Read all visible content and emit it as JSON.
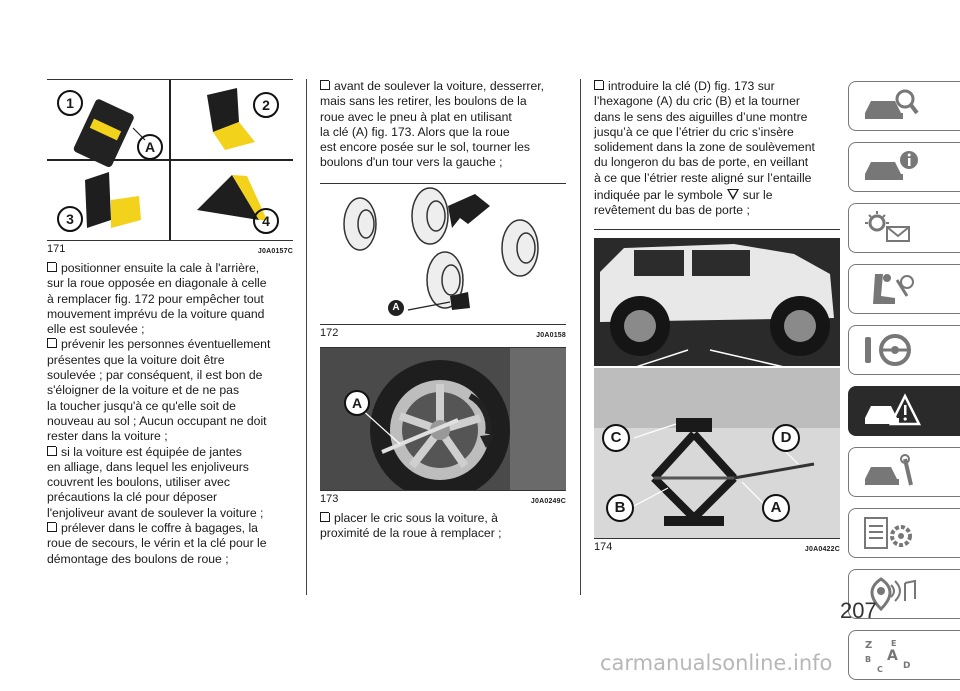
{
  "page_number": "207",
  "watermark": "carmanualsonline.info",
  "fig171": {
    "number": "171",
    "code": "J0A0157C",
    "callouts": [
      "1",
      "2",
      "3",
      "4",
      "A"
    ]
  },
  "fig172": {
    "number": "172",
    "code": "J0A0158",
    "callout": "A"
  },
  "fig173": {
    "number": "173",
    "code": "J0A0249C",
    "callout": "A"
  },
  "fig174": {
    "number": "174",
    "code": "J0A0422C",
    "callouts": [
      "A",
      "B",
      "C",
      "D"
    ]
  },
  "col1": {
    "lines": [
      "positionner ensuite la cale à l'arrière,",
      "sur la roue opposée en diagonale à celle",
      "à remplacer fig. 172 pour empêcher tout",
      "mouvement imprévu de la voiture quand",
      "elle est soulevée ;",
      "prévenir les personnes éventuellement",
      "présentes que la voiture doit être",
      "soulevée ; par conséquent, il est bon de",
      "s'éloigner de la voiture et de ne pas",
      "la toucher jusqu'à ce qu'elle soit de",
      "nouveau au sol ; Aucun occupant ne doit",
      "rester dans la voiture ;",
      "si la voiture est équipée de jantes",
      "en alliage, dans lequel les enjoliveurs",
      "couvrent les boulons, utiliser avec",
      "précautions la clé pour déposer",
      "l'enjoliveur avant de soulever la voiture ;",
      "prélever dans le coffre à bagages, la",
      "roue de secours, le vérin et la clé pour le",
      "démontage des boulons de roue ;"
    ]
  },
  "col2": {
    "top_lines": [
      "avant de soulever la voiture, desserrer,",
      "mais sans les retirer, les boulons de la",
      "roue avec le pneu à plat en utilisant",
      "la clé (A) fig. 173. Alors que la roue",
      "est encore posée sur le sol, tourner les",
      "boulons d'un tour vers la gauche ;"
    ],
    "bottom_lines": [
      "placer le cric sous la voiture, à",
      "proximité de la roue à remplacer ;"
    ]
  },
  "col3": {
    "lines": [
      "introduire la clé (D) fig. 173 sur",
      "l’hexagone (A) du cric (B) et la tourner",
      "dans le sens des aiguilles d’une montre",
      "jusqu’à ce que l’étrier du cric s’insère",
      "solidement dans la zone de soulèvement",
      "du longeron du bas de porte, en veillant",
      "à ce que l’étrier reste aligné sur l’entaille"
    ],
    "line_before_symbol": "indiquée par le symbole",
    "line_after_symbol": "sur le",
    "last_line": "revêtement du bas de porte ;"
  },
  "sidebar_icons": [
    "car-search-icon",
    "car-info-icon",
    "warning-lights-icon",
    "seat-safety-icon",
    "steering-wheel-icon",
    "car-emergency-icon",
    "car-maintenance-icon",
    "specs-gear-icon",
    "multimedia-icon",
    "index-alphabet-icon"
  ],
  "sidebar_active_index": 5
}
